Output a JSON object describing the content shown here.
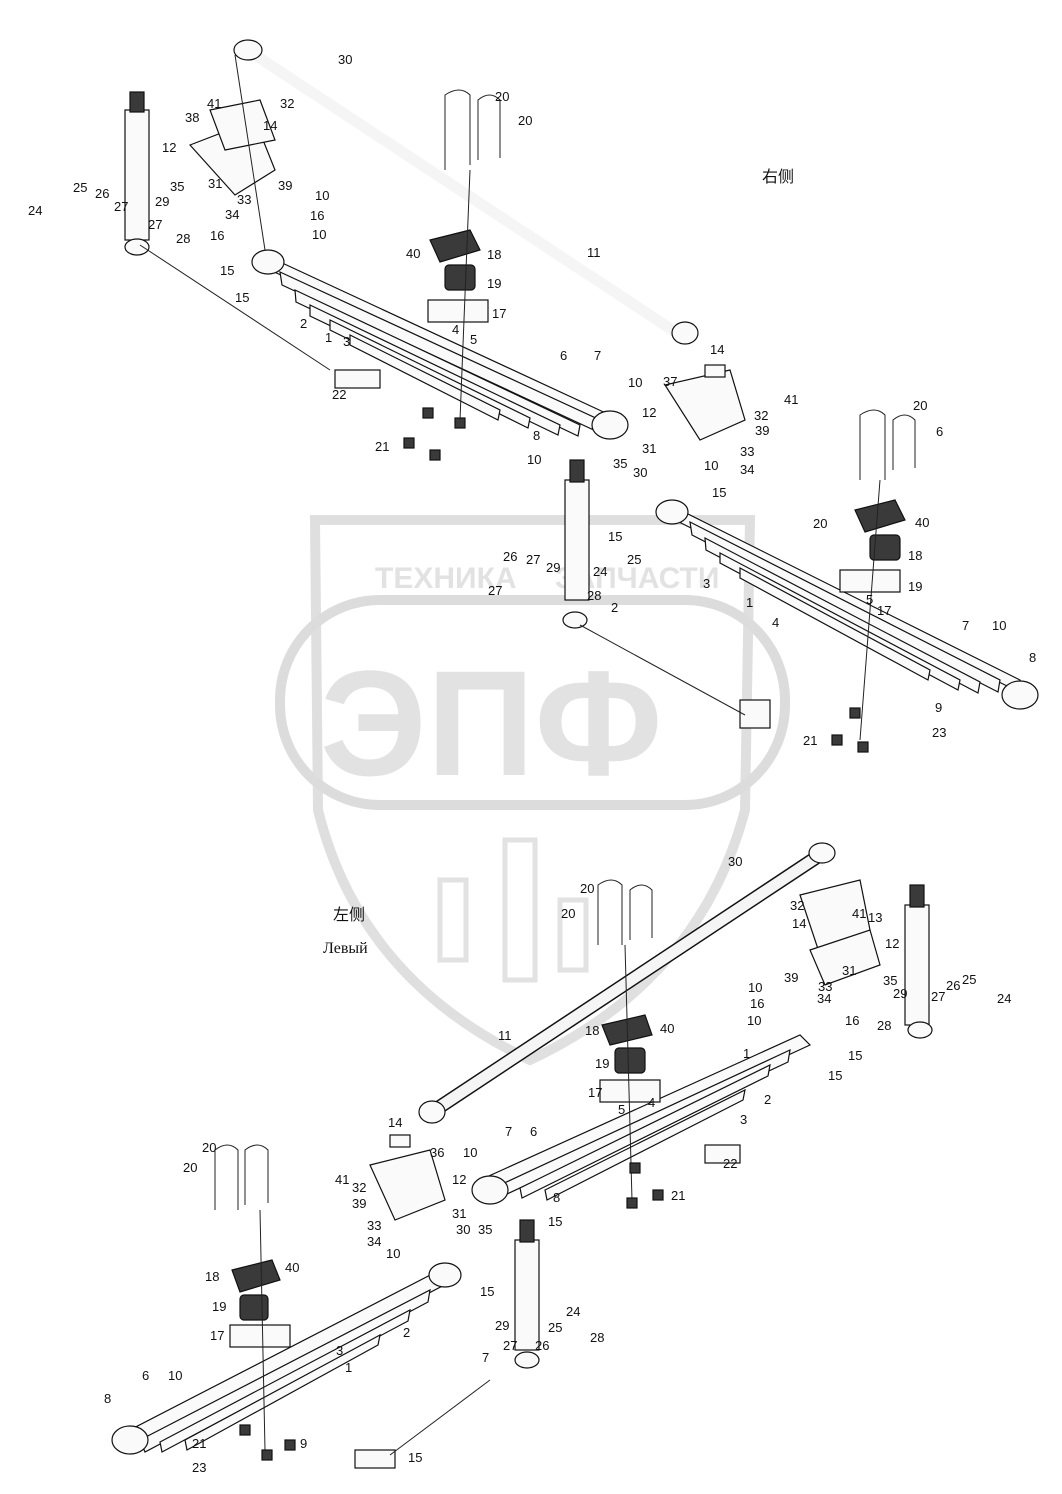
{
  "labels": {
    "right_side_cn": "右侧",
    "left_side_cn": "左侧",
    "left_side_ru": "Левый"
  },
  "watermark": {
    "top_text_left": "ТЕХНИКА",
    "top_text_right": "ЗАПЧАСТИ",
    "logo_letters": "ЭПФ"
  },
  "callouts": {
    "upper": [
      "30",
      "32",
      "41",
      "38",
      "14",
      "12",
      "31",
      "35",
      "29",
      "33",
      "34",
      "39",
      "10",
      "16",
      "16",
      "10",
      "24",
      "25",
      "26",
      "27",
      "27",
      "28",
      "15",
      "15",
      "40",
      "18",
      "19",
      "17",
      "2",
      "1",
      "3",
      "4",
      "5",
      "22",
      "6",
      "7",
      "8",
      "10",
      "21",
      "20",
      "20",
      "11"
    ],
    "middle": [
      "14",
      "37",
      "41",
      "12",
      "32",
      "39",
      "31",
      "35",
      "30",
      "33",
      "34",
      "10",
      "10",
      "15",
      "15",
      "25",
      "26",
      "27",
      "29",
      "24",
      "27",
      "28",
      "2",
      "3",
      "1",
      "4",
      "5",
      "17",
      "19",
      "18",
      "40",
      "20",
      "20",
      "6",
      "7",
      "10",
      "8",
      "9",
      "23",
      "21"
    ],
    "lower": [
      "30",
      "32",
      "41",
      "13",
      "14",
      "12",
      "31",
      "35",
      "39",
      "33",
      "34",
      "29",
      "27",
      "26",
      "25",
      "24",
      "10",
      "16",
      "10",
      "16",
      "28",
      "15",
      "15",
      "1",
      "2",
      "3",
      "4",
      "5",
      "17",
      "19",
      "18",
      "40",
      "20",
      "20",
      "22",
      "11",
      "14",
      "36",
      "41",
      "32",
      "39",
      "10",
      "12",
      "31",
      "30",
      "35",
      "33",
      "34",
      "10",
      "15",
      "7",
      "6",
      "8",
      "21",
      "15",
      "20",
      "20",
      "18",
      "40",
      "19",
      "17",
      "2",
      "3",
      "1",
      "29",
      "27",
      "26",
      "25",
      "24",
      "28",
      "7",
      "6",
      "10",
      "8",
      "21",
      "9",
      "23",
      "15"
    ]
  }
}
